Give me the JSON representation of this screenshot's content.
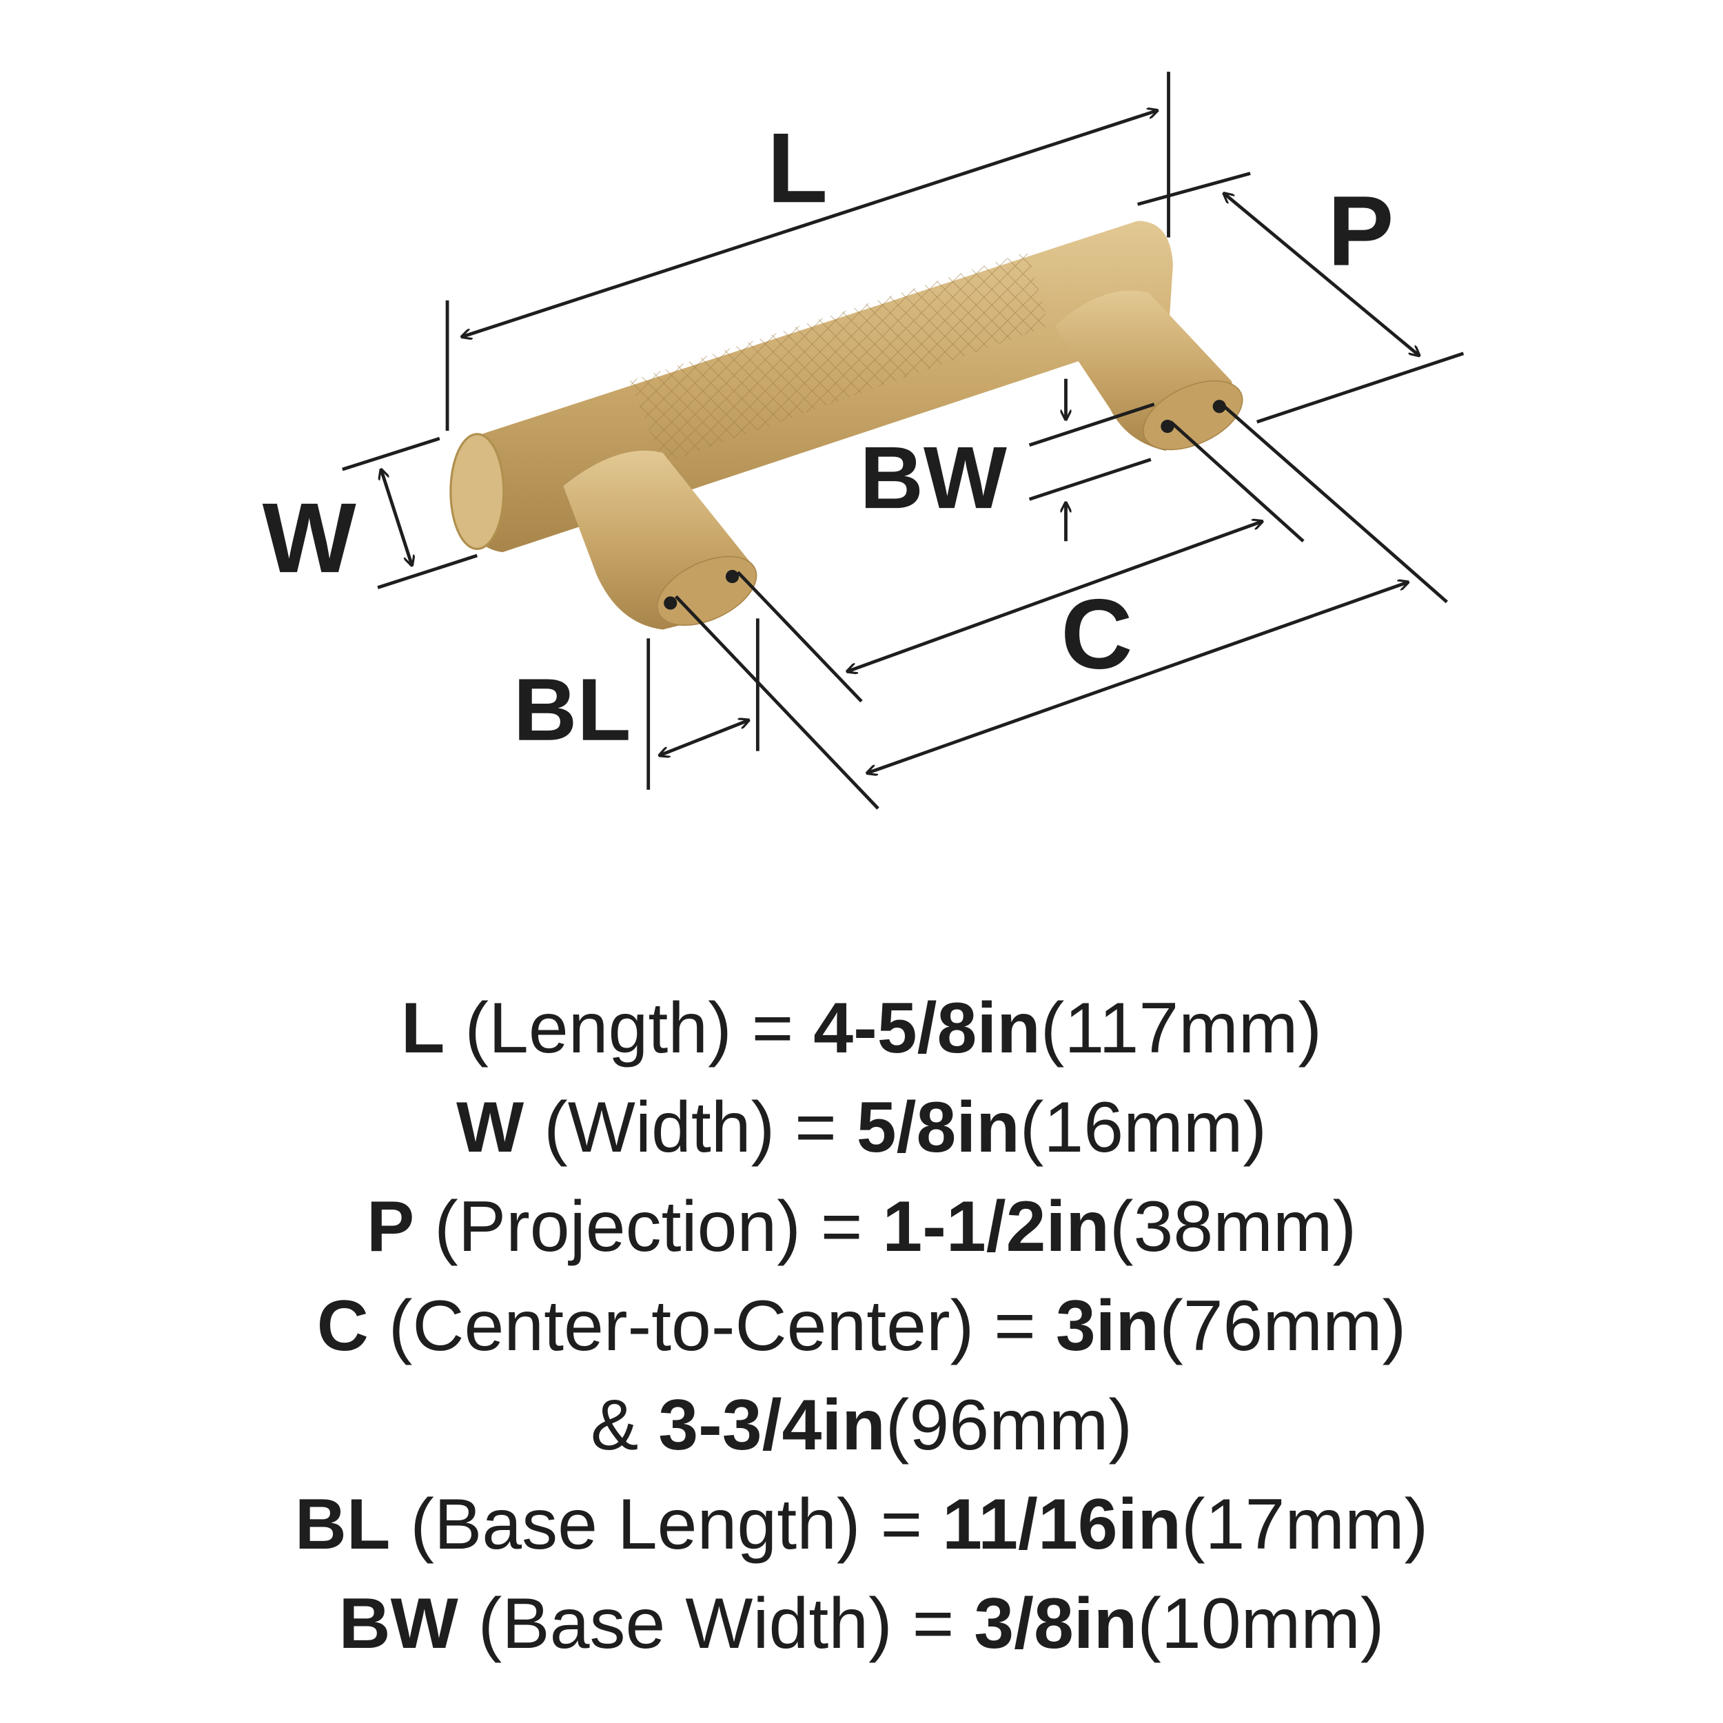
{
  "diagram": {
    "labels": {
      "L": "L",
      "W": "W",
      "P": "P",
      "BW": "BW",
      "BL": "BL",
      "C": "C"
    },
    "colors": {
      "brass": "#c9a76a",
      "brass_dark": "#a8854a",
      "brass_light": "#e2c893",
      "ink": "#1e1e1e"
    }
  },
  "specs": [
    {
      "key": "L",
      "desc": "(Length) =",
      "imperial": "4-5/8in",
      "metric": "(117mm)"
    },
    {
      "key": "W",
      "desc": "(Width) =",
      "imperial": "5/8in",
      "metric": "(16mm)"
    },
    {
      "key": "P",
      "desc": "(Projection) =",
      "imperial": "1-1/2in",
      "metric": "(38mm)"
    },
    {
      "key": "C",
      "desc": "(Center-to-Center) =",
      "imperial": "3in",
      "metric": "(76mm)"
    },
    {
      "key": "&",
      "desc": "",
      "imperial": "3-3/4in",
      "metric": "(96mm)"
    },
    {
      "key": "BL",
      "desc": "(Base Length) =",
      "imperial": "11/16in",
      "metric": "(17mm)"
    },
    {
      "key": "BW",
      "desc": "(Base Width) =",
      "imperial": "3/8in",
      "metric": "(10mm)"
    }
  ]
}
